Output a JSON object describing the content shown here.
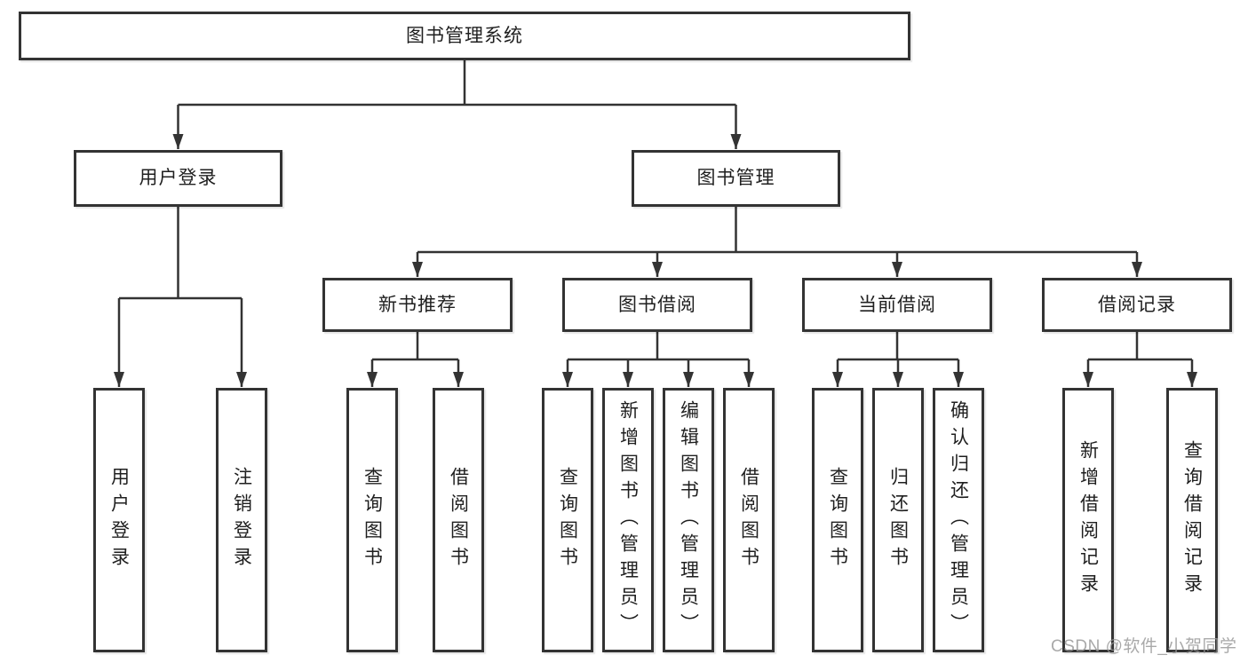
{
  "diagram": {
    "title": "图书管理系统",
    "branches": [
      {
        "label": "用户登录",
        "children": [
          {
            "label": "用户登录"
          },
          {
            "label": "注销登录"
          }
        ]
      },
      {
        "label": "图书管理",
        "children": [
          {
            "label": "新书推荐",
            "children": [
              {
                "label": "查询图书"
              },
              {
                "label": "借阅图书"
              }
            ]
          },
          {
            "label": "图书借阅",
            "children": [
              {
                "label": "查询图书"
              },
              {
                "label": "新增图书（管理员）"
              },
              {
                "label": "编辑图书（管理员）"
              },
              {
                "label": "借阅图书"
              }
            ]
          },
          {
            "label": "当前借阅",
            "children": [
              {
                "label": "查询图书"
              },
              {
                "label": "归还图书"
              },
              {
                "label": "确认归还（管理员）"
              }
            ]
          },
          {
            "label": "借阅记录",
            "children": [
              {
                "label": "新增借阅记录"
              },
              {
                "label": "查询借阅记录"
              }
            ]
          }
        ]
      }
    ]
  },
  "watermark": {
    "text": "CSDN @软件_小贺同学"
  },
  "colors": {
    "line": "#333333",
    "box_border": "#333333",
    "text": "#1f1f1f",
    "watermark": "#969696",
    "background": "#ffffff"
  }
}
